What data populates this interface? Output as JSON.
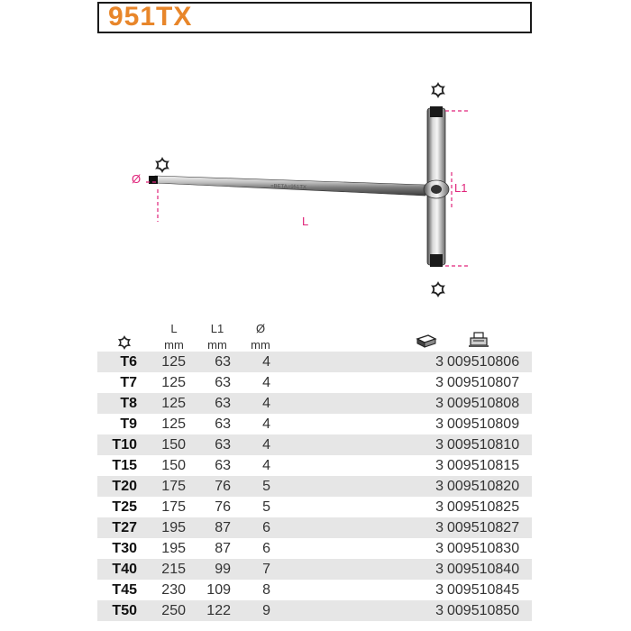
{
  "title": "951TX",
  "drawing": {
    "label_diameter": "Ø",
    "label_length": "L",
    "label_l1": "L1"
  },
  "columns": {
    "size_icon": "torx-icon",
    "L": "L",
    "L_unit": "mm",
    "L1": "L1",
    "L1_unit": "mm",
    "d": "Ø",
    "d_unit": "mm",
    "qty_icon": "tool-box-icon",
    "code_icon": "cash-register-icon"
  },
  "rows": [
    {
      "size": "T6",
      "L": "125",
      "L1": "63",
      "d": "4",
      "qty": "3",
      "code": "009510806"
    },
    {
      "size": "T7",
      "L": "125",
      "L1": "63",
      "d": "4",
      "qty": "3",
      "code": "009510807"
    },
    {
      "size": "T8",
      "L": "125",
      "L1": "63",
      "d": "4",
      "qty": "3",
      "code": "009510808"
    },
    {
      "size": "T9",
      "L": "125",
      "L1": "63",
      "d": "4",
      "qty": "3",
      "code": "009510809"
    },
    {
      "size": "T10",
      "L": "150",
      "L1": "63",
      "d": "4",
      "qty": "3",
      "code": "009510810"
    },
    {
      "size": "T15",
      "L": "150",
      "L1": "63",
      "d": "4",
      "qty": "3",
      "code": "009510815"
    },
    {
      "size": "T20",
      "L": "175",
      "L1": "76",
      "d": "5",
      "qty": "3",
      "code": "009510820"
    },
    {
      "size": "T25",
      "L": "175",
      "L1": "76",
      "d": "5",
      "qty": "3",
      "code": "009510825"
    },
    {
      "size": "T27",
      "L": "195",
      "L1": "87",
      "d": "6",
      "qty": "3",
      "code": "009510827"
    },
    {
      "size": "T30",
      "L": "195",
      "L1": "87",
      "d": "6",
      "qty": "3",
      "code": "009510830"
    },
    {
      "size": "T40",
      "L": "215",
      "L1": "99",
      "d": "7",
      "qty": "3",
      "code": "009510840"
    },
    {
      "size": "T45",
      "L": "230",
      "L1": "109",
      "d": "8",
      "qty": "3",
      "code": "009510845"
    },
    {
      "size": "T50",
      "L": "250",
      "L1": "122",
      "d": "9",
      "qty": "3",
      "code": "009510850"
    }
  ],
  "colors": {
    "title": "#e8862a",
    "dimension_lines": "#e0237a",
    "row_shade": "#e6e6e6"
  }
}
